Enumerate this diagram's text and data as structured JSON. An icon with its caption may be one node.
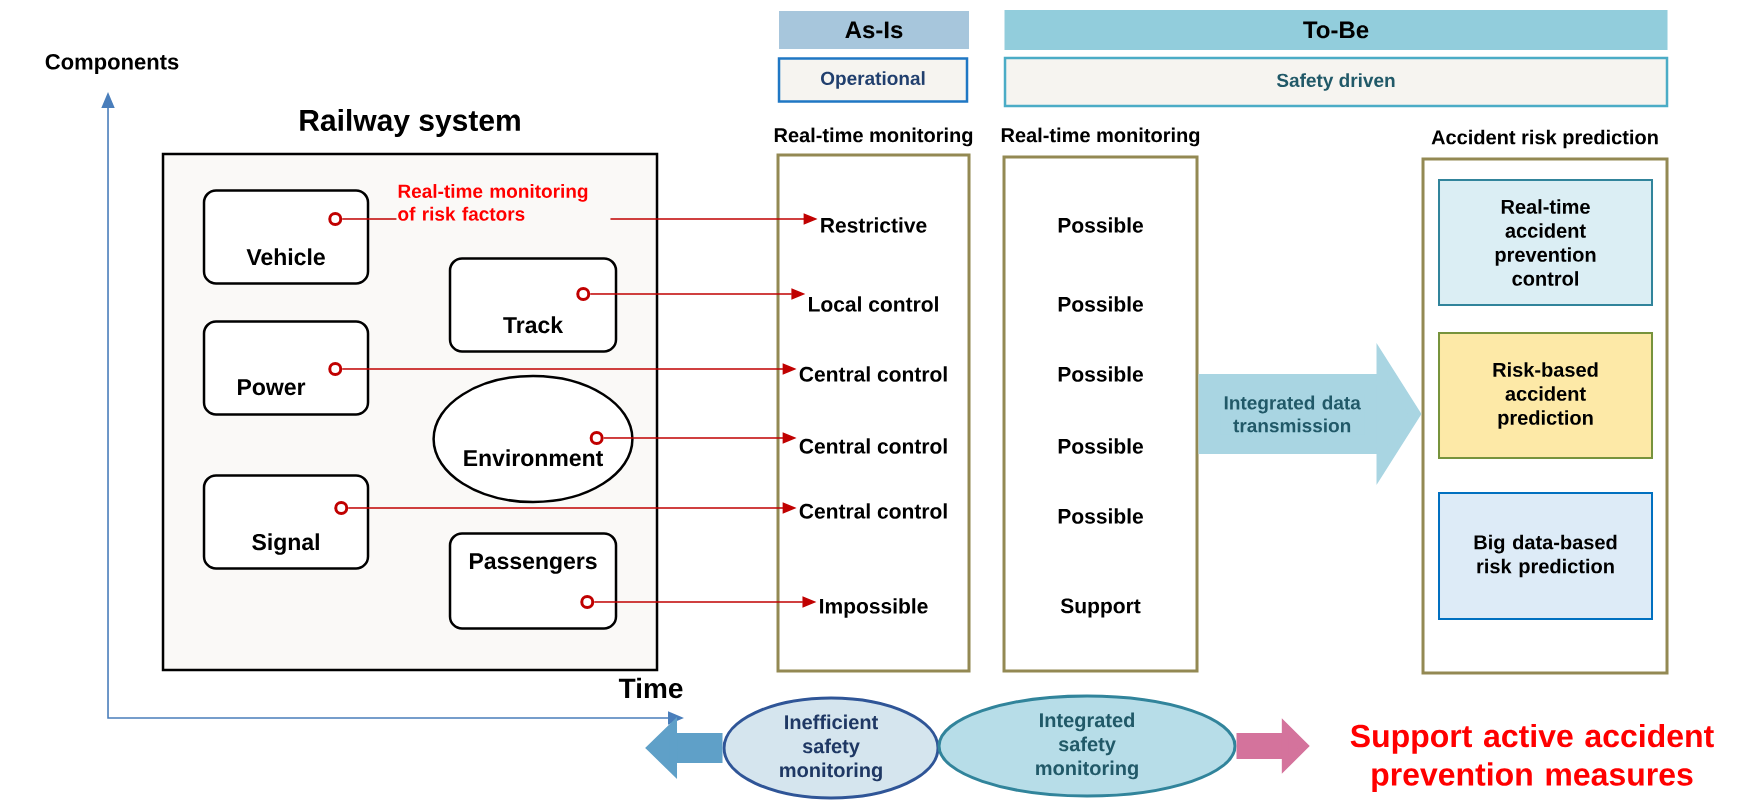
{
  "diagram": {
    "nodes": [
      {
        "text": [
          "As-Is"
        ]
      },
      {
        "text": [
          "To-Be"
        ]
      },
      {
        "text": [
          "Operational"
        ]
      },
      {
        "text": [
          "Safety driven"
        ]
      },
      {
        "text": [
          "Railway system"
        ]
      },
      {
        "text": [
          "Vehicle"
        ],
        "in": 4
      },
      {
        "text": [
          "Track"
        ],
        "in": 4
      },
      {
        "text": [
          "Power"
        ],
        "in": 4
      },
      {
        "text": [
          "Environment"
        ],
        "in": 4
      },
      {
        "text": [
          "Signal"
        ],
        "in": 4
      },
      {
        "text": [
          "Passengers"
        ],
        "in": 4
      },
      {
        "text": [
          "Real-time monitoring"
        ]
      },
      {
        "text": [
          "Restrictive"
        ],
        "in": 11
      },
      {
        "text": [
          "Local control"
        ],
        "in": 11
      },
      {
        "text": [
          "Central control"
        ],
        "in": 11
      },
      {
        "text": [
          "Central control"
        ],
        "in": 11
      },
      {
        "text": [
          "Central control"
        ],
        "in": 11
      },
      {
        "text": [
          "Impossible"
        ],
        "in": 11
      },
      {
        "text": [
          "Real-time monitoring"
        ]
      },
      {
        "text": [
          "Accident risk prediction"
        ]
      },
      {
        "text": [
          "Real-time accident prevention control"
        ],
        "in": 19
      },
      {
        "text": [
          "Risk-based accident prediction"
        ],
        "in": 19
      },
      {
        "text": [
          "Big data-based risk prediction"
        ],
        "in": 19
      },
      {
        "text": [
          "Inefficient safety monitoring"
        ]
      },
      {
        "text": [
          "Integrated safety monitoring"
        ]
      },
      {
        "text": [
          "Support active accident prevention measures"
        ]
      }
    ],
    "edges": [
      {
        "from": 5,
        "to": 12,
        "arrow": "to",
        "label": "Real-time monitoring of risk factors"
      },
      {
        "from": 6,
        "to": 13,
        "arrow": "to"
      },
      {
        "from": 7,
        "to": 14,
        "arrow": "to"
      },
      {
        "from": 8,
        "to": 15,
        "arrow": "to"
      },
      {
        "from": 9,
        "to": 16,
        "arrow": "to"
      },
      {
        "from": 10,
        "to": 17,
        "arrow": "to"
      },
      {
        "from": 18,
        "to": 19,
        "arrow": "to",
        "label": "Integrated data transmission",
        "style": "thick",
        "color": "#a9d5e2"
      },
      {
        "from": 23,
        "to": null,
        "arrow": "to",
        "style": "thick",
        "color": "#5fa0c8"
      },
      {
        "from": 24,
        "to": 25,
        "arrow": "to",
        "style": "thick",
        "color": "#d4739c"
      }
    ],
    "labels": [
      "Components",
      "Possible",
      "Possible",
      "Possible",
      "Possible",
      "Possible",
      "Support",
      "Time"
    ]
  }
}
